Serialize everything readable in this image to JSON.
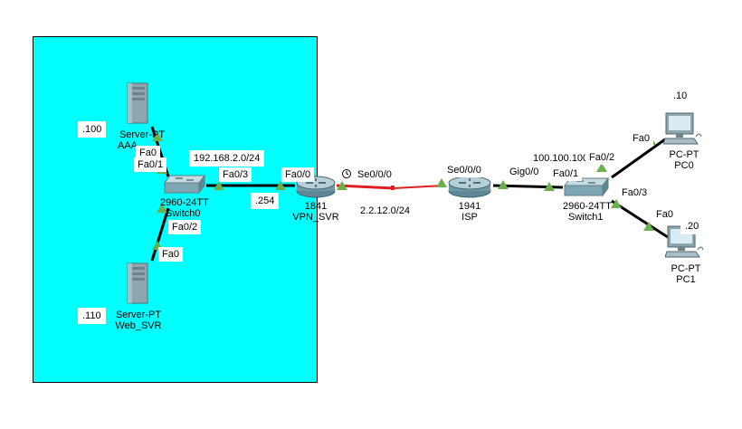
{
  "colors": {
    "zone": "#00ffff",
    "serial_link": "#e02020",
    "link": "#000000",
    "port_up": "#6ab04c"
  },
  "devices": {
    "aaa": {
      "icon": "server-icon",
      "model": "Server-PT",
      "name": "AAA"
    },
    "web": {
      "icon": "server-icon",
      "model": "Server-PT",
      "name": "Web_SVR"
    },
    "switch0": {
      "icon": "switch-icon",
      "model": "2960-24TT",
      "name": "Switch0"
    },
    "vpn": {
      "icon": "router-icon",
      "model": "1841",
      "name": "VPN_SVR"
    },
    "isp": {
      "icon": "router-icon",
      "model": "1941",
      "name": "ISP"
    },
    "switch1": {
      "icon": "switch-icon",
      "model": "2960-24TT",
      "name": "Switch1"
    },
    "pc0": {
      "icon": "pc-icon",
      "model": "PC-PT",
      "name": "PC0"
    },
    "pc1": {
      "icon": "pc-icon",
      "model": "PC-PT",
      "name": "PC1"
    }
  },
  "ports": {
    "aaa_fa0": "Fa0",
    "sw0_fa01": "Fa0/1",
    "sw0_fa02": "Fa0/2",
    "web_fa0": "Fa0",
    "sw0_fa03": "Fa0/3",
    "vpn_fa00": "Fa0/0",
    "vpn_se000": "Se0/0/0",
    "isp_se000": "Se0/0/0",
    "isp_gig00": "Gig0/0",
    "sw1_fa01": "Fa0/1",
    "sw1_fa02": "Fa0/2",
    "sw1_fa03": "Fa0/3",
    "pc0_fa0": "Fa0",
    "pc1_fa0": "Fa0"
  },
  "notes": {
    "aaa_ip": ".100",
    "web_ip": ".110",
    "lan_net": "192.168.2.0/24",
    "gw_ip": ".254",
    "wan_net": "2.2.12.0/24",
    "isp_lan": "100.100.100",
    "pc0_ip": ".10",
    "pc1_ip": ".20"
  }
}
